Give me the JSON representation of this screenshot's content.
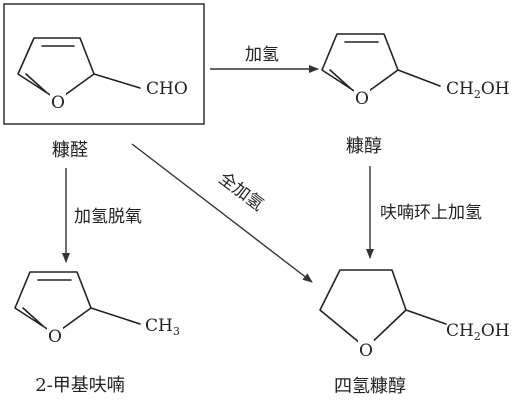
{
  "compounds": {
    "furfural": {
      "name": "糠醛",
      "group": "CHO"
    },
    "furfuryl_alcohol": {
      "name": "糠醇",
      "group_a": "CH",
      "group_sub": "2",
      "group_b": "OH"
    },
    "methylfuran": {
      "name": "2-甲基呋喃",
      "group": "CH",
      "group_sub": "3"
    },
    "thfa": {
      "name": "四氢糠醇",
      "group_a": "CH",
      "group_sub": "2",
      "group_b": "OH"
    }
  },
  "ring_atom": "O",
  "reactions": {
    "top": "加氢",
    "left": "加氢脱氧",
    "diagonal": "全加氢",
    "right": "呋喃环上加氢"
  }
}
